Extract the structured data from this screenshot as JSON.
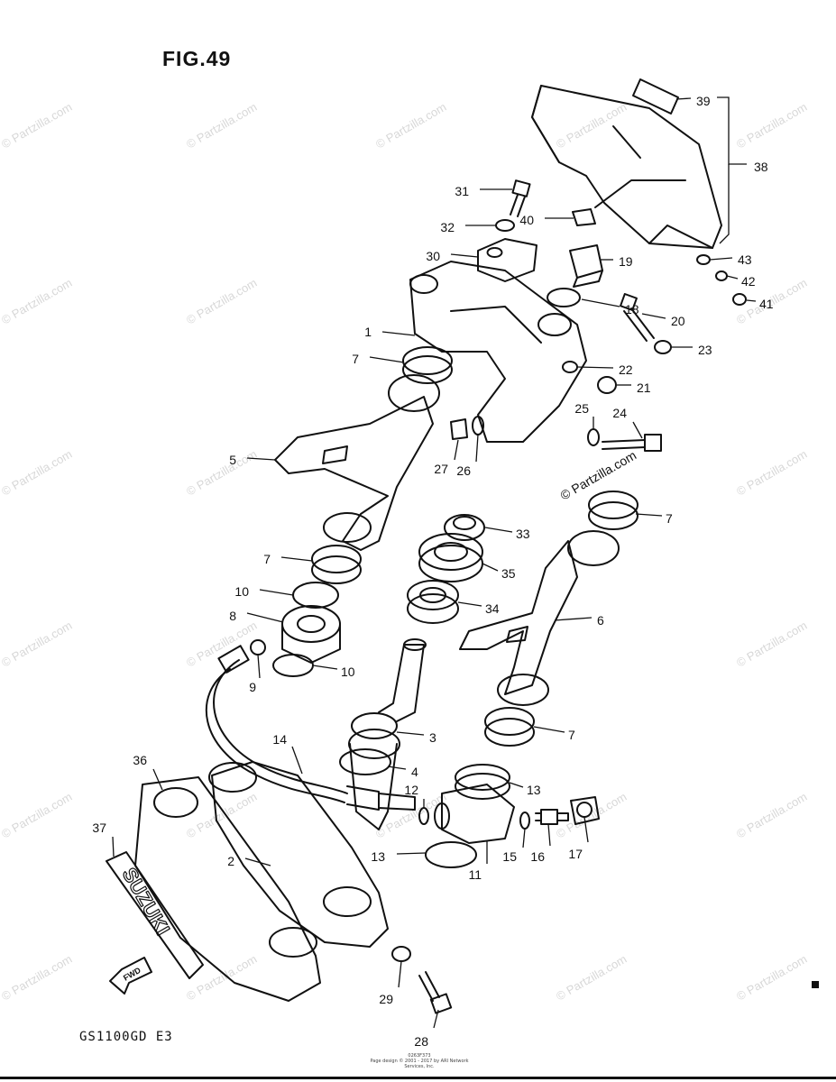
{
  "figure_title": "FIG.49",
  "model_code": "GS1100GD E3",
  "watermark_text": "© Partzilla.com",
  "footer_lines": [
    "0263F373",
    "Page design © 2001 - 2017 by ARI Network Services, Inc."
  ],
  "parts": [
    {
      "num": "1"
    },
    {
      "num": "2"
    },
    {
      "num": "3"
    },
    {
      "num": "4"
    },
    {
      "num": "5"
    },
    {
      "num": "6"
    },
    {
      "num": "7"
    },
    {
      "num": "7"
    },
    {
      "num": "7"
    },
    {
      "num": "7"
    },
    {
      "num": "8"
    },
    {
      "num": "9"
    },
    {
      "num": "10"
    },
    {
      "num": "10"
    },
    {
      "num": "11"
    },
    {
      "num": "12"
    },
    {
      "num": "13"
    },
    {
      "num": "13"
    },
    {
      "num": "14"
    },
    {
      "num": "15"
    },
    {
      "num": "16"
    },
    {
      "num": "17"
    },
    {
      "num": "18"
    },
    {
      "num": "19"
    },
    {
      "num": "20"
    },
    {
      "num": "21"
    },
    {
      "num": "22"
    },
    {
      "num": "23"
    },
    {
      "num": "24"
    },
    {
      "num": "25"
    },
    {
      "num": "26"
    },
    {
      "num": "27"
    },
    {
      "num": "28"
    },
    {
      "num": "29"
    },
    {
      "num": "30"
    },
    {
      "num": "31"
    },
    {
      "num": "32"
    },
    {
      "num": "33"
    },
    {
      "num": "34"
    },
    {
      "num": "35"
    },
    {
      "num": "36"
    },
    {
      "num": "37"
    },
    {
      "num": "38"
    },
    {
      "num": "39"
    },
    {
      "num": "40"
    },
    {
      "num": "41"
    },
    {
      "num": "42"
    },
    {
      "num": "43"
    }
  ],
  "emblem_text": "SUZUKI",
  "fwd_label": "FWD",
  "colors": {
    "ink": "#111111",
    "watermark": "#d8d8d8"
  }
}
